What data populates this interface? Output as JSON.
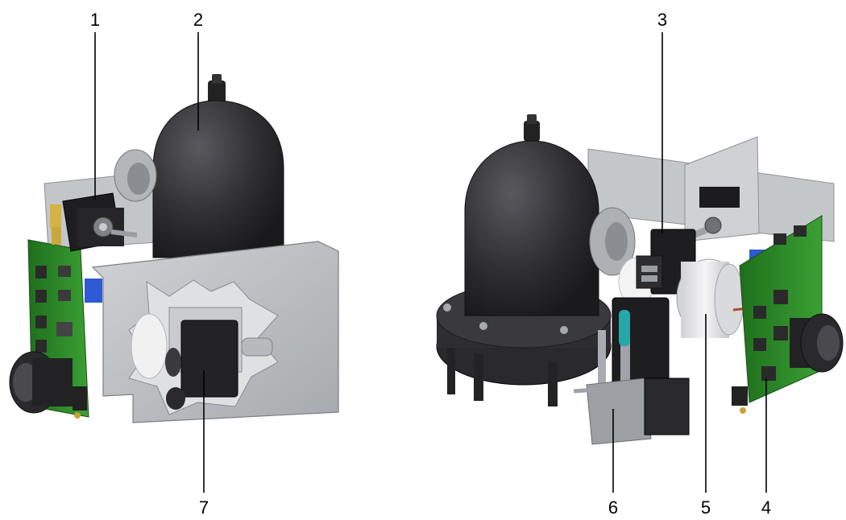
{
  "callouts": {
    "c1": "1",
    "c2": "2",
    "c3": "3",
    "c4": "4",
    "c5": "5",
    "c6": "6",
    "c7": "7"
  },
  "colors": {
    "housing_plate": "#b9bcbf",
    "tank": "#2b2b2d",
    "pcb_green": "#2f8a2a",
    "solenoid": "#1e1e20",
    "motor": "#e9eaec",
    "cap_teal": "#2aa6a8"
  }
}
